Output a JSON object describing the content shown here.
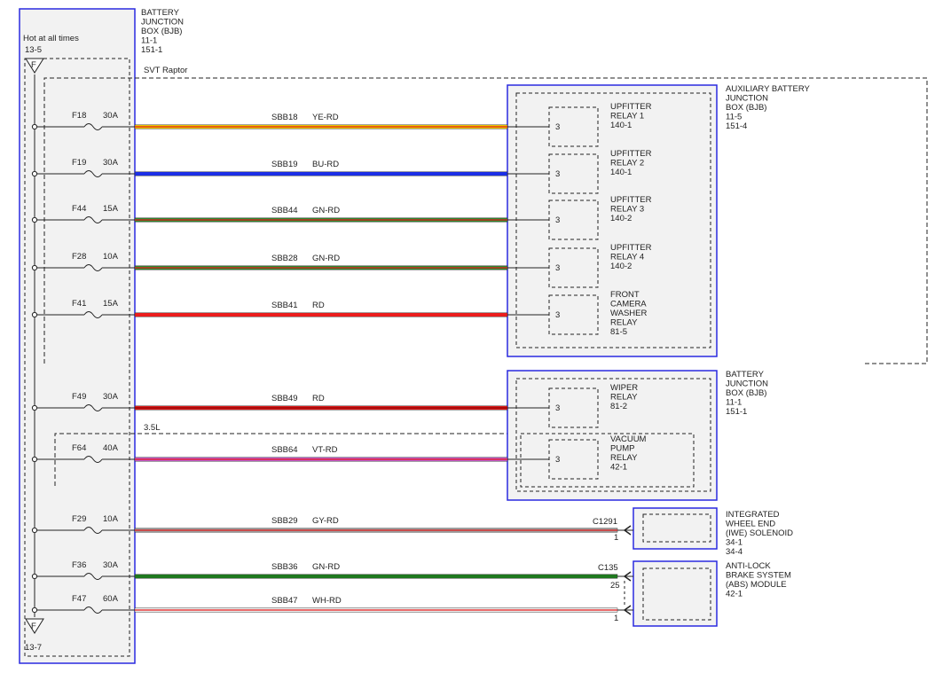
{
  "bjb_main": {
    "title": [
      "BATTERY",
      "JUNCTION",
      "BOX (BJB)",
      "11-1",
      "151-1"
    ],
    "hot_label": "Hot at all times",
    "top_ref": "13-5",
    "bottom_ref": "13-7",
    "connector_letter": "F"
  },
  "svt_label": "SVT Raptor",
  "engine_label": "3.5L",
  "circuits": [
    {
      "fuse": "F18",
      "amp": "30A",
      "circuit": "SBB18",
      "color_code": "YE-RD",
      "base": "#f0d000",
      "stripe": "#e31b1b"
    },
    {
      "fuse": "F19",
      "amp": "30A",
      "circuit": "SBB19",
      "color_code": "BU-RD",
      "base": "#1a2ee8",
      "stripe": "#1a2ee8"
    },
    {
      "fuse": "F44",
      "amp": "15A",
      "circuit": "SBB44",
      "color_code": "GN-RD",
      "base": "#2e8b2e",
      "stripe": "#e31b1b"
    },
    {
      "fuse": "F28",
      "amp": "10A",
      "circuit": "SBB28",
      "color_code": "GN-RD",
      "base": "#2e8b2e",
      "stripe": "#e31b1b"
    },
    {
      "fuse": "F41",
      "amp": "15A",
      "circuit": "SBB41",
      "color_code": "RD",
      "base": "#ee1c1c",
      "stripe": "#ee1c1c"
    },
    {
      "fuse": "F49",
      "amp": "30A",
      "circuit": "SBB49",
      "color_code": "RD",
      "base": "#e31b1b",
      "stripe": "#8b0000"
    },
    {
      "fuse": "F64",
      "amp": "40A",
      "circuit": "SBB64",
      "color_code": "VT-RD",
      "base": "#c35ad0",
      "stripe": "#e31b1b"
    },
    {
      "fuse": "F29",
      "amp": "10A",
      "circuit": "SBB29",
      "color_code": "GY-RD",
      "base": "#a0a0a0",
      "stripe": "#e31b1b"
    },
    {
      "fuse": "F36",
      "amp": "30A",
      "circuit": "SBB36",
      "color_code": "GN-RD",
      "base": "#1e7a1e",
      "stripe": "#1e7a1e"
    },
    {
      "fuse": "F47",
      "amp": "60A",
      "circuit": "SBB47",
      "color_code": "WH-RD",
      "base": "#f4f4f4",
      "stripe": "#e31b1b"
    }
  ],
  "aux_bjb": {
    "title": [
      "AUXILIARY BATTERY",
      "JUNCTION",
      "BOX (BJB)",
      "11-5",
      "151-4"
    ],
    "relays": [
      {
        "pin": "3",
        "lines": [
          "UPFITTER",
          "RELAY 1",
          "140-1"
        ]
      },
      {
        "pin": "3",
        "lines": [
          "UPFITTER",
          "RELAY 2",
          "140-1"
        ]
      },
      {
        "pin": "3",
        "lines": [
          "UPFITTER",
          "RELAY 3",
          "140-2"
        ]
      },
      {
        "pin": "3",
        "lines": [
          "UPFITTER",
          "RELAY 4",
          "140-2"
        ]
      },
      {
        "pin": "3",
        "lines": [
          "FRONT",
          "CAMERA",
          "WASHER",
          "RELAY",
          "81-5"
        ]
      }
    ]
  },
  "bjb_right": {
    "title": [
      "BATTERY",
      "JUNCTION",
      "BOX (BJB)",
      "11-1",
      "151-1"
    ],
    "relays": [
      {
        "pin": "3",
        "lines": [
          "WIPER",
          "RELAY",
          "81-2"
        ]
      },
      {
        "pin": "3",
        "lines": [
          "VACUUM",
          "PUMP",
          "RELAY",
          "42-1"
        ]
      }
    ]
  },
  "iwe": {
    "title": [
      "INTEGRATED",
      "WHEEL END",
      "(IWE) SOLENOID",
      "34-1",
      "34-4"
    ],
    "connector": "C1291",
    "pin": "1"
  },
  "abs": {
    "title": [
      "ANTI-LOCK",
      "BRAKE SYSTEM",
      "(ABS) MODULE",
      "42-1"
    ],
    "connector": "C135",
    "pin_top": "25",
    "pin_bottom": "1"
  }
}
